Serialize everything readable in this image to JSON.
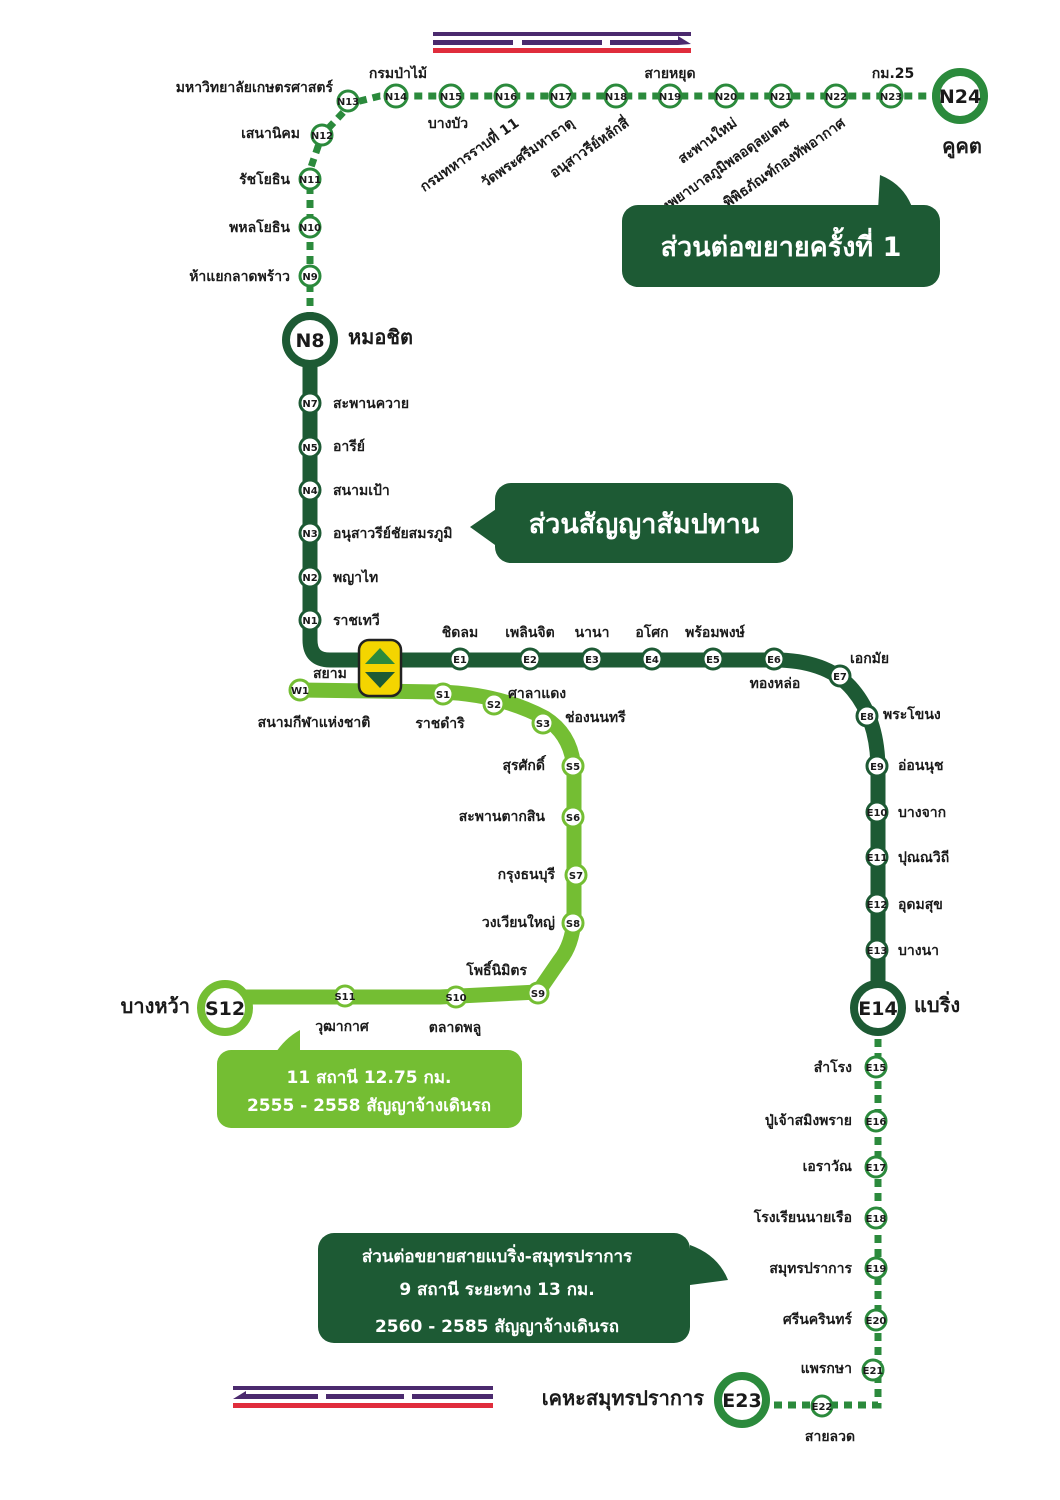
{
  "colors": {
    "dark_green": "#1d5a34",
    "light_green": "#74be33",
    "dotted_green": "#2b8a3c",
    "interchange": "#f4d500",
    "train_purple": "#4b2a6e",
    "train_red": "#e02d3c"
  },
  "interchange": {
    "name": "สยาม",
    "icon": "up-down-triangles-icon"
  },
  "sukhumvit_north": [
    {
      "code": "N1",
      "name": "ราชเทวี"
    },
    {
      "code": "N2",
      "name": "พญาไท"
    },
    {
      "code": "N3",
      "name": "อนุสาวรีย์ชัยสมรภูมิ"
    },
    {
      "code": "N4",
      "name": "สนามเป้า"
    },
    {
      "code": "N5",
      "name": "อารีย์"
    },
    {
      "code": "N7",
      "name": "สะพานควาย"
    },
    {
      "code": "N8",
      "name": "หมอชิต"
    }
  ],
  "north_extension": [
    {
      "code": "N9",
      "name": "ห้าแยกลาดพร้าว"
    },
    {
      "code": "N10",
      "name": "พหลโยธิน"
    },
    {
      "code": "N11",
      "name": "รัชโยธิน"
    },
    {
      "code": "N12",
      "name": "เสนานิคม"
    },
    {
      "code": "N13",
      "name": "มหาวิทยาลัยเกษตรศาสตร์"
    },
    {
      "code": "N14",
      "name": "กรมป่าไม้"
    },
    {
      "code": "N15",
      "name": "บางบัว"
    },
    {
      "code": "N16",
      "name": "กรมทหารราบที่ 11"
    },
    {
      "code": "N17",
      "name": "วัดพระศรีมหาธาตุ"
    },
    {
      "code": "N18",
      "name": "อนุสาวรีย์หลักสี่"
    },
    {
      "code": "N19",
      "name": "สายหยุด"
    },
    {
      "code": "N20",
      "name": "สะพานใหม่"
    },
    {
      "code": "N21",
      "name": "โรงพยาบาลภูมิพลอดุลยเดช"
    },
    {
      "code": "N22",
      "name": "พิพิธภัณฑ์กองทัพอากาศ"
    },
    {
      "code": "N23",
      "name": "กม.25"
    },
    {
      "code": "N24",
      "name": "คูคต"
    }
  ],
  "sukhumvit_east": [
    {
      "code": "E1",
      "name": "ชิดลม"
    },
    {
      "code": "E2",
      "name": "เพลินจิต"
    },
    {
      "code": "E3",
      "name": "นานา"
    },
    {
      "code": "E4",
      "name": "อโศก"
    },
    {
      "code": "E5",
      "name": "พร้อมพงษ์"
    },
    {
      "code": "E6",
      "name": "ทองหล่อ"
    },
    {
      "code": "E7",
      "name": "เอกมัย"
    },
    {
      "code": "E8",
      "name": "พระโขนง"
    },
    {
      "code": "E9",
      "name": "อ่อนนุช"
    },
    {
      "code": "E10",
      "name": "บางจาก"
    },
    {
      "code": "E11",
      "name": "ปุณณวิถี"
    },
    {
      "code": "E12",
      "name": "อุดมสุข"
    },
    {
      "code": "E13",
      "name": "บางนา"
    },
    {
      "code": "E14",
      "name": "แบริ่ง"
    }
  ],
  "east_extension": [
    {
      "code": "E15",
      "name": "สำโรง"
    },
    {
      "code": "E16",
      "name": "ปู่เจ้าสมิงพราย"
    },
    {
      "code": "E17",
      "name": "เอราวัณ"
    },
    {
      "code": "E18",
      "name": "โรงเรียนนายเรือ"
    },
    {
      "code": "E19",
      "name": "สมุทรปราการ"
    },
    {
      "code": "E20",
      "name": "ศรีนครินทร์"
    },
    {
      "code": "E21",
      "name": "แพรกษา"
    },
    {
      "code": "E22",
      "name": "สายลวด"
    },
    {
      "code": "E23",
      "name": "เคหะสมุทรปราการ"
    }
  ],
  "silom_line": [
    {
      "code": "W1",
      "name": "สนามกีฬาแห่งชาติ"
    },
    {
      "code": "S1",
      "name": "ราชดำริ"
    },
    {
      "code": "S2",
      "name": "ศาลาแดง"
    },
    {
      "code": "S3",
      "name": "ช่องนนทรี"
    },
    {
      "code": "S5",
      "name": "สุรศักดิ์"
    },
    {
      "code": "S6",
      "name": "สะพานตากสิน"
    },
    {
      "code": "S7",
      "name": "กรุงธนบุรี"
    },
    {
      "code": "S8",
      "name": "วงเวียนใหญ่"
    },
    {
      "code": "S9",
      "name": "โพธิ์นิมิตร"
    },
    {
      "code": "S10",
      "name": "ตลาดพลู"
    },
    {
      "code": "S11",
      "name": "วุฒากาศ"
    },
    {
      "code": "S12",
      "name": "บางหว้า"
    }
  ],
  "callouts": {
    "first_extension": {
      "title": "ส่วนต่อขยายครั้งที่ 1"
    },
    "concession": {
      "title": "ส่วนสัญญาสัมปทาน"
    },
    "silom_extension": {
      "line1": "11 สถานี 12.75 กม.",
      "line2": "2555 - 2558 สัญญาจ้างเดินรถ"
    },
    "bearing_extension": {
      "line1": "ส่วนต่อขยายสายแบริ่ง-สมุทรปราการ",
      "line2": "9 สถานี ระยะทาง 13 กม.",
      "line3": "2560 - 2585 สัญญาจ้างเดินรถ"
    }
  },
  "icons": {
    "train_top": "skytrain-icon",
    "train_bottom": "skytrain-icon"
  }
}
